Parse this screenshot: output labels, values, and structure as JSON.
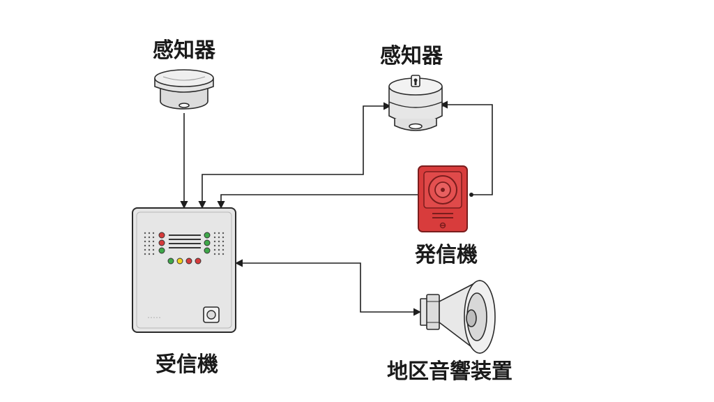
{
  "labels": {
    "detector_left": "感知器",
    "detector_right": "感知器",
    "transmitter": "発信機",
    "receiver": "受信機",
    "speaker": "地区音響装置"
  },
  "colors": {
    "transmitter_red": "#d83c3c",
    "panel_gray": "#e6e6e6",
    "led_red": "#d63b3b",
    "led_green": "#3fa84a",
    "led_yellow": "#f2d21f",
    "wire": "#1e1e1e"
  }
}
